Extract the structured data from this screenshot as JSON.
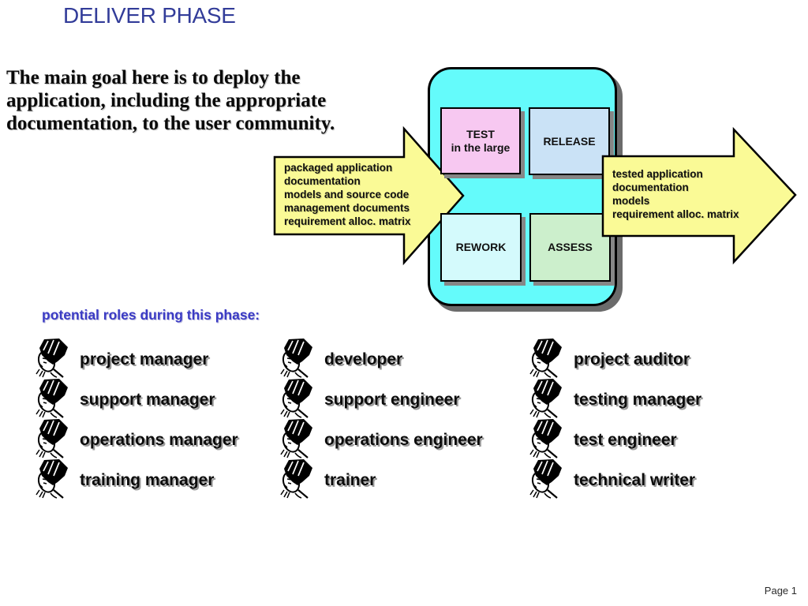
{
  "slide": {
    "title": "DELIVER PHASE",
    "goal_lines": [
      "The main goal here is to deploy the",
      "application, including the appropriate",
      "documentation, to the user community."
    ],
    "page_label": "Page 1"
  },
  "diagram": {
    "panel_color": "#64fbfb",
    "arrow_color": "#fafa96",
    "shadow_color": "#6b6b6b",
    "boxes": {
      "test": {
        "line1": "TEST",
        "line2": "in the large",
        "color": "#f7c8f1"
      },
      "release": {
        "label": "RELEASE",
        "color": "#cae2f6"
      },
      "rework": {
        "label": "REWORK",
        "color": "#d4fafc"
      },
      "assess": {
        "label": "ASSESS",
        "color": "#ccefcc"
      }
    },
    "input_arrow_lines": [
      "packaged application",
      "documentation",
      "models and source code",
      "management documents",
      "requirement alloc. matrix"
    ],
    "output_arrow_lines": [
      "tested application",
      "documentation",
      "models",
      "requirement alloc. matrix"
    ]
  },
  "roles": {
    "heading": "potential roles during this phase:",
    "columns": [
      [
        "project manager",
        "support manager",
        "operations manager",
        "training manager"
      ],
      [
        "developer",
        "support engineer",
        "operations engineer",
        "trainer"
      ],
      [
        "project auditor",
        "testing manager",
        "test engineer",
        "technical writer"
      ]
    ]
  },
  "colors": {
    "title_blue": "#323C99",
    "heading_blue": "#3b3bc4"
  }
}
